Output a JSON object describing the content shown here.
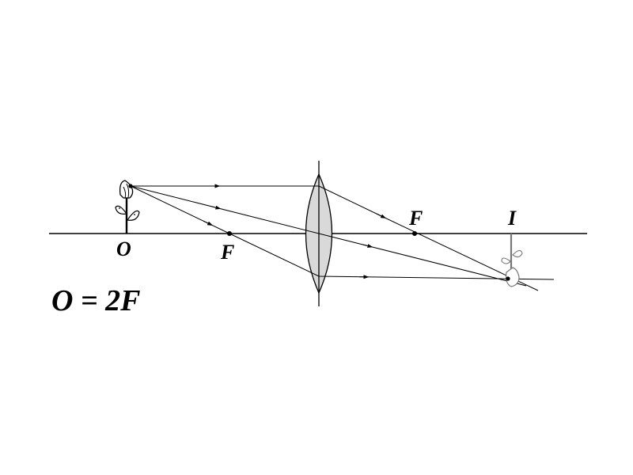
{
  "labels": {
    "object": "O",
    "focal_left": "F",
    "focal_right": "F",
    "image": "I",
    "caption": "O = 2F"
  },
  "colors": {
    "ink": "#000000",
    "lens_fill": "#d9d9d9",
    "image_ink": "#555555"
  },
  "icons": {
    "object": "flower-icon",
    "image": "inverted-flower-icon"
  }
}
